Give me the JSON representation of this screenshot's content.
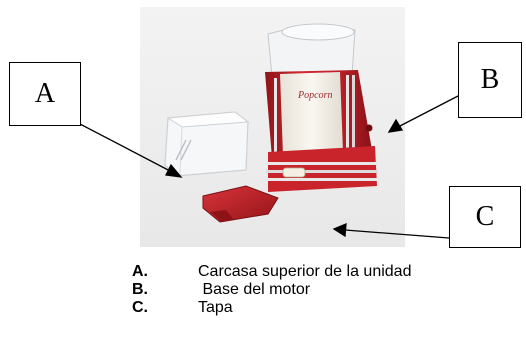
{
  "callouts": {
    "a": "A",
    "b": "B",
    "c": "C"
  },
  "photo": {
    "brand_script": "Popcorn"
  },
  "legend": [
    {
      "letter": "A.",
      "text": "Carcasa superior de la unidad"
    },
    {
      "letter": "B.",
      "text": " Base del motor"
    },
    {
      "letter": "C.",
      "text": "Tapa"
    }
  ],
  "colors": {
    "body_red": "#b51d24",
    "chrome": "#e6e6e6",
    "cream_top": "#f4efe6",
    "background": "#ececec"
  }
}
